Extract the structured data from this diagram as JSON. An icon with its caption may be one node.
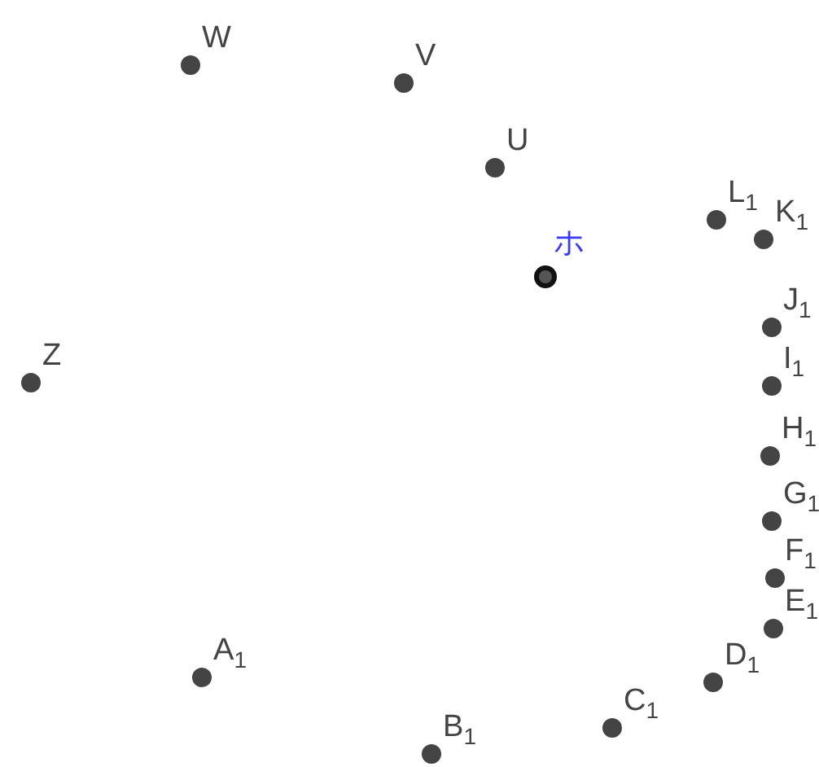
{
  "diagram": {
    "nodes": [
      {
        "text": [],
        "shape": "circle",
        "beside": [
          "W"
        ]
      },
      {
        "text": [],
        "shape": "circle",
        "beside": [
          "V"
        ]
      },
      {
        "text": [],
        "shape": "circle",
        "beside": [
          "U"
        ]
      },
      {
        "text": [],
        "shape": "circle",
        "beside": [
          "L$_{1}$"
        ]
      },
      {
        "text": [],
        "shape": "circle",
        "beside": [
          "K$_{1}$"
        ]
      },
      {
        "text": [],
        "shape": "circle",
        "beside": [
          "ホ"
        ]
      },
      {
        "text": [],
        "shape": "circle",
        "beside": [
          "J$_{1}$"
        ]
      },
      {
        "text": [],
        "shape": "circle",
        "beside": [
          "Z"
        ]
      },
      {
        "text": [],
        "shape": "circle",
        "beside": [
          "I$_{1}$"
        ]
      },
      {
        "text": [],
        "shape": "circle",
        "beside": [
          "H$_{1}$"
        ]
      },
      {
        "text": [],
        "shape": "circle",
        "beside": [
          "G$_{1}$"
        ]
      },
      {
        "text": [],
        "shape": "circle",
        "beside": [
          "F$_{1}$"
        ]
      },
      {
        "text": [],
        "shape": "circle",
        "beside": [
          "E$_{1}$"
        ]
      },
      {
        "text": [],
        "shape": "circle",
        "beside": [
          "A$_{1}$"
        ]
      },
      {
        "text": [],
        "shape": "circle",
        "beside": [
          "D$_{1}$"
        ]
      },
      {
        "text": [],
        "shape": "circle",
        "beside": [
          "C$_{1}$"
        ]
      },
      {
        "text": [],
        "shape": "circle",
        "beside": [
          "B$_{1}$"
        ]
      }
    ]
  }
}
